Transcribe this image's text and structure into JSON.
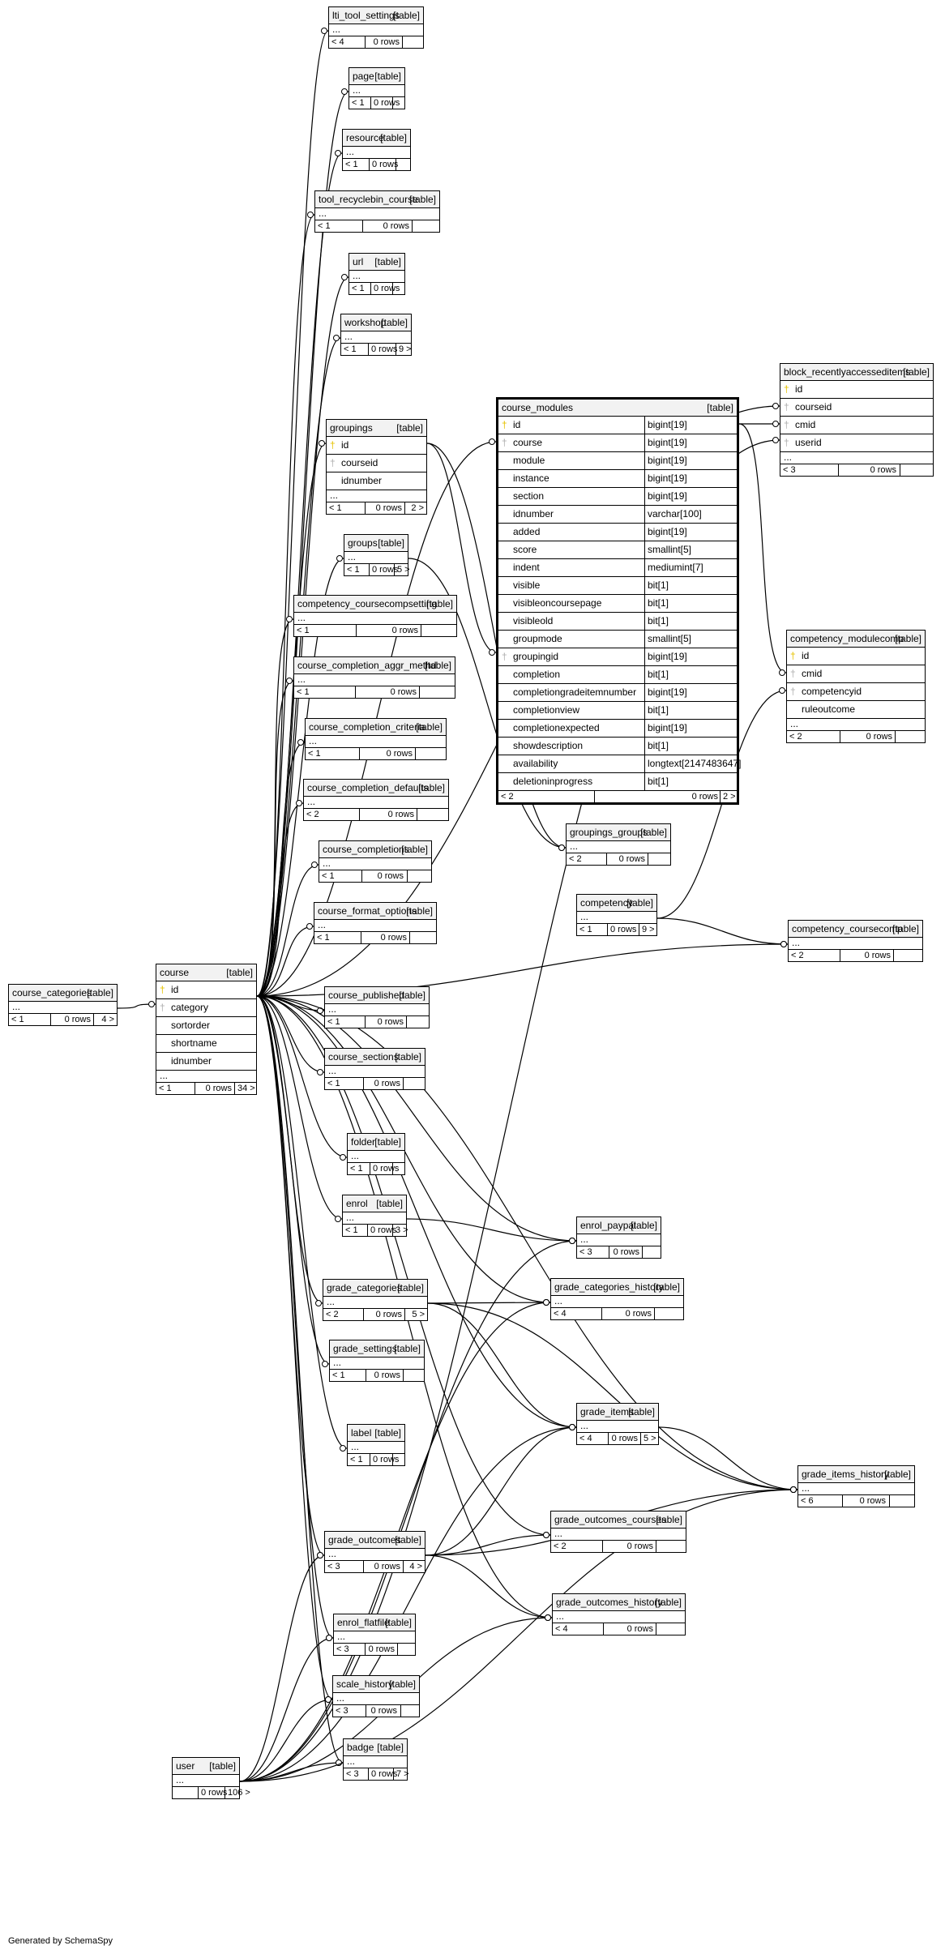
{
  "footer": "Generated by SchemaSpy",
  "kind_label": "[table]",
  "tables": [
    {
      "id": "lti_tool_settings",
      "name": "lti_tool_settings",
      "footer": [
        "< 4",
        "0 rows",
        ""
      ]
    },
    {
      "id": "page",
      "name": "page",
      "footer": [
        "< 1",
        "0 rows",
        ""
      ]
    },
    {
      "id": "resource",
      "name": "resource",
      "footer": [
        "< 1",
        "0 rows",
        ""
      ]
    },
    {
      "id": "tool_recyclebin_course",
      "name": "tool_recyclebin_course",
      "footer": [
        "< 1",
        "0 rows",
        ""
      ]
    },
    {
      "id": "url",
      "name": "url",
      "footer": [
        "< 1",
        "0 rows",
        ""
      ]
    },
    {
      "id": "workshop",
      "name": "workshop",
      "footer": [
        "< 1",
        "0 rows",
        "9 >"
      ]
    },
    {
      "id": "groupings",
      "name": "groupings",
      "columns": [
        {
          "name": "id",
          "key": "pk"
        },
        {
          "name": "courseid",
          "key": "fk"
        },
        {
          "name": "idnumber",
          "key": ""
        }
      ],
      "ellipsis": true,
      "footer": [
        "< 1",
        "0 rows",
        "2 >"
      ]
    },
    {
      "id": "groups",
      "name": "groups",
      "footer": [
        "< 1",
        "0 rows",
        "5 >"
      ]
    },
    {
      "id": "competency_coursecompsetting",
      "name": "competency_coursecompsetting",
      "footer": [
        "< 1",
        "0 rows",
        ""
      ]
    },
    {
      "id": "course_completion_aggr_methd",
      "name": "course_completion_aggr_methd",
      "footer": [
        "< 1",
        "0 rows",
        ""
      ]
    },
    {
      "id": "course_completion_criteria",
      "name": "course_completion_criteria",
      "footer": [
        "< 1",
        "0 rows",
        ""
      ]
    },
    {
      "id": "course_completion_defaults",
      "name": "course_completion_defaults",
      "footer": [
        "< 2",
        "0 rows",
        ""
      ]
    },
    {
      "id": "course_completions",
      "name": "course_completions",
      "footer": [
        "< 1",
        "0 rows",
        ""
      ]
    },
    {
      "id": "course_format_options",
      "name": "course_format_options",
      "footer": [
        "< 1",
        "0 rows",
        ""
      ]
    },
    {
      "id": "course_categories",
      "name": "course_categories",
      "footer": [
        "< 1",
        "0 rows",
        "4 >"
      ]
    },
    {
      "id": "course",
      "name": "course",
      "columns": [
        {
          "name": "id",
          "key": "pk"
        },
        {
          "name": "category",
          "key": "fk"
        },
        {
          "name": "sortorder",
          "key": ""
        },
        {
          "name": "shortname",
          "key": ""
        },
        {
          "name": "idnumber",
          "key": ""
        }
      ],
      "ellipsis": true,
      "footer": [
        "< 1",
        "0 rows",
        "34 >"
      ]
    },
    {
      "id": "course_published",
      "name": "course_published",
      "footer": [
        "< 1",
        "0 rows",
        ""
      ]
    },
    {
      "id": "course_sections",
      "name": "course_sections",
      "footer": [
        "< 1",
        "0 rows",
        ""
      ]
    },
    {
      "id": "folder",
      "name": "folder",
      "footer": [
        "< 1",
        "0 rows",
        ""
      ]
    },
    {
      "id": "enrol",
      "name": "enrol",
      "footer": [
        "< 1",
        "0 rows",
        "3 >"
      ]
    },
    {
      "id": "grade_categories",
      "name": "grade_categories",
      "footer": [
        "< 2",
        "0 rows",
        "5 >"
      ]
    },
    {
      "id": "grade_settings",
      "name": "grade_settings",
      "footer": [
        "< 1",
        "0 rows",
        ""
      ]
    },
    {
      "id": "label",
      "name": "label",
      "footer": [
        "< 1",
        "0 rows",
        ""
      ]
    },
    {
      "id": "grade_outcomes",
      "name": "grade_outcomes",
      "footer": [
        "< 3",
        "0 rows",
        "4 >"
      ]
    },
    {
      "id": "enrol_flatfile",
      "name": "enrol_flatfile",
      "footer": [
        "< 3",
        "0 rows",
        ""
      ]
    },
    {
      "id": "scale_history",
      "name": "scale_history",
      "footer": [
        "< 3",
        "0 rows",
        ""
      ]
    },
    {
      "id": "badge",
      "name": "badge",
      "footer": [
        "< 3",
        "0 rows",
        "7 >"
      ]
    },
    {
      "id": "user",
      "name": "user",
      "footer": [
        "",
        "0 rows",
        "106 >"
      ]
    },
    {
      "id": "course_modules",
      "name": "course_modules",
      "bold": true,
      "columns": [
        {
          "name": "id",
          "type": "bigint[19]",
          "key": "pk"
        },
        {
          "name": "course",
          "type": "bigint[19]",
          "key": "fk"
        },
        {
          "name": "module",
          "type": "bigint[19]",
          "key": ""
        },
        {
          "name": "instance",
          "type": "bigint[19]",
          "key": ""
        },
        {
          "name": "section",
          "type": "bigint[19]",
          "key": ""
        },
        {
          "name": "idnumber",
          "type": "varchar[100]",
          "key": ""
        },
        {
          "name": "added",
          "type": "bigint[19]",
          "key": ""
        },
        {
          "name": "score",
          "type": "smallint[5]",
          "key": ""
        },
        {
          "name": "indent",
          "type": "mediumint[7]",
          "key": ""
        },
        {
          "name": "visible",
          "type": "bit[1]",
          "key": ""
        },
        {
          "name": "visibleoncoursepage",
          "type": "bit[1]",
          "key": ""
        },
        {
          "name": "visibleold",
          "type": "bit[1]",
          "key": ""
        },
        {
          "name": "groupmode",
          "type": "smallint[5]",
          "key": ""
        },
        {
          "name": "groupingid",
          "type": "bigint[19]",
          "key": "fk"
        },
        {
          "name": "completion",
          "type": "bit[1]",
          "key": ""
        },
        {
          "name": "completiongradeitemnumber",
          "type": "bigint[19]",
          "key": ""
        },
        {
          "name": "completionview",
          "type": "bit[1]",
          "key": ""
        },
        {
          "name": "completionexpected",
          "type": "bigint[19]",
          "key": ""
        },
        {
          "name": "showdescription",
          "type": "bit[1]",
          "key": ""
        },
        {
          "name": "availability",
          "type": "longtext[2147483647]",
          "key": ""
        },
        {
          "name": "deletioninprogress",
          "type": "bit[1]",
          "key": ""
        }
      ],
      "ellipsis": false,
      "footer": [
        "< 2",
        "0 rows",
        "2 >"
      ]
    },
    {
      "id": "groupings_groups",
      "name": "groupings_groups",
      "footer": [
        "< 2",
        "0 rows",
        ""
      ]
    },
    {
      "id": "competency",
      "name": "competency",
      "footer": [
        "< 1",
        "0 rows",
        "9 >"
      ]
    },
    {
      "id": "enrol_paypal",
      "name": "enrol_paypal",
      "footer": [
        "< 3",
        "0 rows",
        ""
      ]
    },
    {
      "id": "grade_categories_history",
      "name": "grade_categories_history",
      "footer": [
        "< 4",
        "0 rows",
        ""
      ]
    },
    {
      "id": "grade_items",
      "name": "grade_items",
      "footer": [
        "< 4",
        "0 rows",
        "5 >"
      ]
    },
    {
      "id": "grade_outcomes_courses",
      "name": "grade_outcomes_courses",
      "footer": [
        "< 2",
        "0 rows",
        ""
      ]
    },
    {
      "id": "grade_outcomes_history",
      "name": "grade_outcomes_history",
      "footer": [
        "< 4",
        "0 rows",
        ""
      ]
    },
    {
      "id": "block_recentlyaccesseditems",
      "name": "block_recentlyaccesseditems",
      "columns": [
        {
          "name": "id",
          "key": "pk"
        },
        {
          "name": "courseid",
          "key": "fk"
        },
        {
          "name": "cmid",
          "key": "fk"
        },
        {
          "name": "userid",
          "key": "fk"
        }
      ],
      "ellipsis": true,
      "footer": [
        "< 3",
        "0 rows",
        ""
      ]
    },
    {
      "id": "competency_modulecomp",
      "name": "competency_modulecomp",
      "columns": [
        {
          "name": "id",
          "key": "pk"
        },
        {
          "name": "cmid",
          "key": "fk"
        },
        {
          "name": "competencyid",
          "key": "fk"
        },
        {
          "name": "ruleoutcome",
          "key": ""
        }
      ],
      "ellipsis": true,
      "footer": [
        "< 2",
        "0 rows",
        ""
      ]
    },
    {
      "id": "competency_coursecomp",
      "name": "competency_coursecomp",
      "footer": [
        "< 2",
        "0 rows",
        ""
      ]
    },
    {
      "id": "grade_items_history",
      "name": "grade_items_history",
      "footer": [
        "< 6",
        "0 rows",
        ""
      ]
    }
  ]
}
